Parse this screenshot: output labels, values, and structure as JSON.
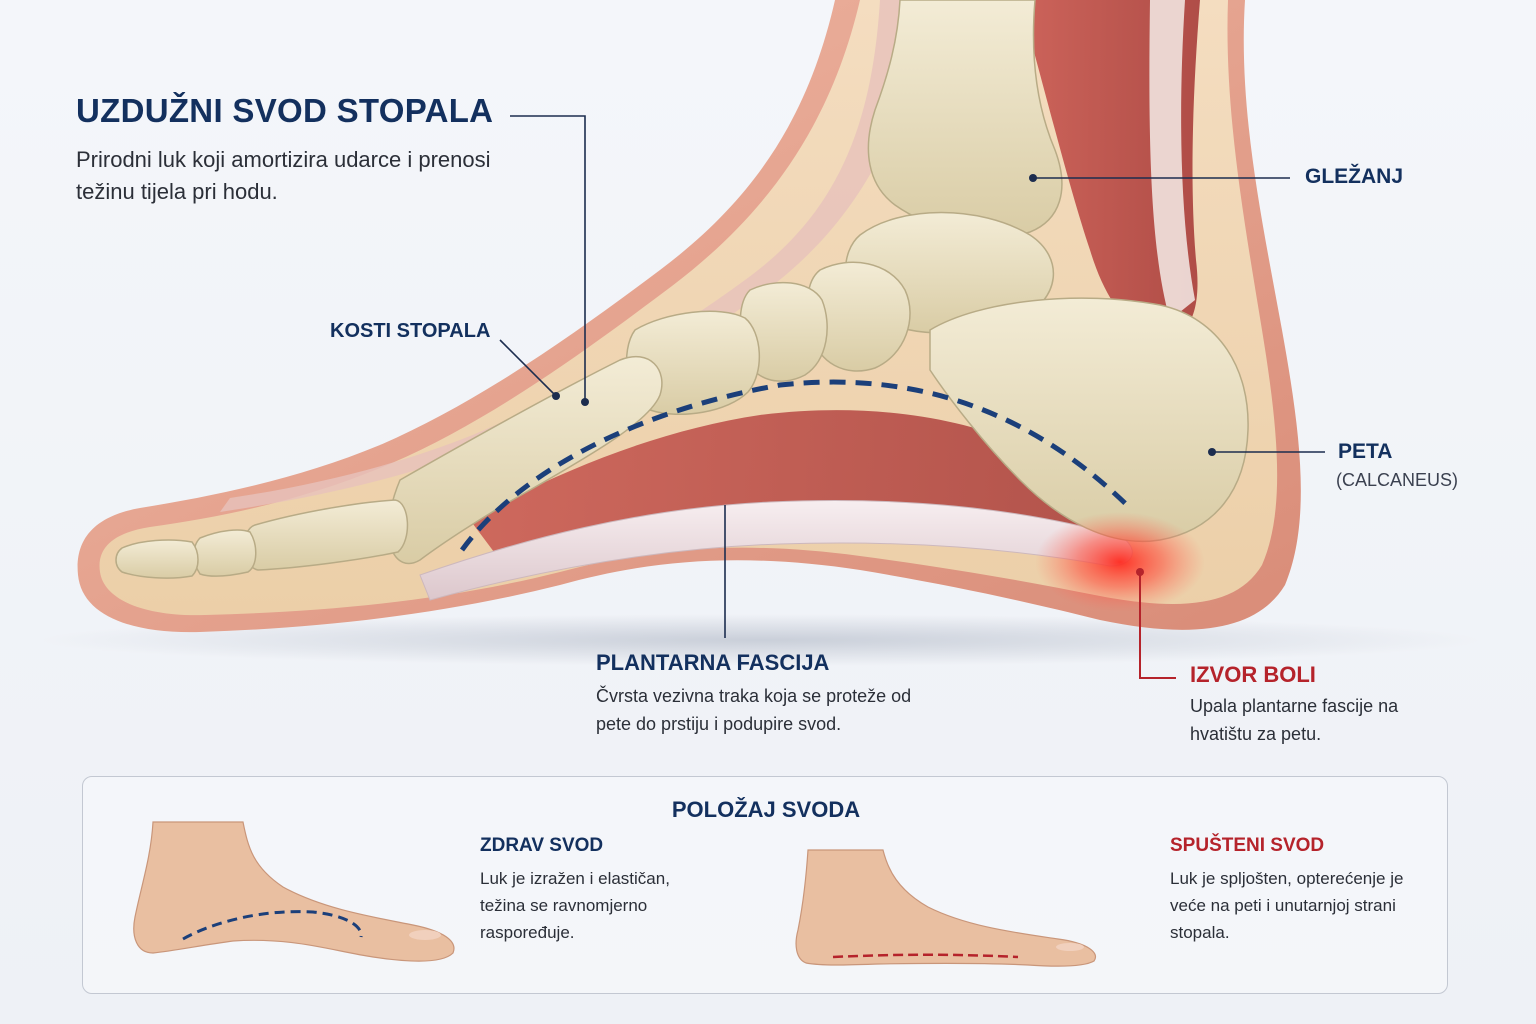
{
  "title": "UZDUŽNI SVOD STOPALA",
  "subtitle": "Prirodni luk koji amortizira udarce i prenosi težinu tijela pri hodu.",
  "labels": {
    "ankle": "GLEŽANJ",
    "foot_bones": "KOSTI STOPALA",
    "heel": "PETA",
    "heel_latin": "(CALCANEUS)",
    "plantar_fascia": "PLANTARNA FASCIJA",
    "plantar_fascia_desc": "Čvrsta vezivna traka koja se proteže od pete do prstiju i podupire svod.",
    "pain_source": "IZVOR BOLI",
    "pain_source_desc": "Upala plantarne fascije na hvatištu za petu."
  },
  "comparison": {
    "title": "POLOŽAJ SVODA",
    "healthy": {
      "label": "ZDRAV SVOD",
      "desc": "Luk je izražen i elastičan, težina se ravnomjerno raspoređuje."
    },
    "fallen": {
      "label": "SPUŠTENI SVOD",
      "desc": "Luk je spljošten, opterećenje je veće na peti i unutarnjoj strani stopala."
    }
  },
  "colors": {
    "navy": "#13305e",
    "red": "#b5232b",
    "bone": "#e6dcbf",
    "skin": "#e9a48f",
    "muscle": "#c9504d"
  }
}
